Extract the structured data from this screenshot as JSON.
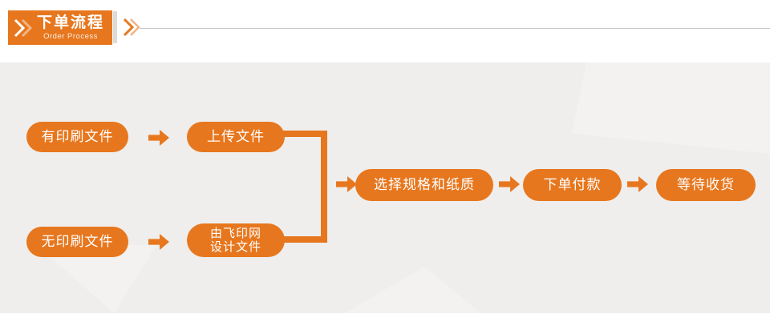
{
  "header": {
    "title": "下单流程",
    "subtitle": "Order Process"
  },
  "flow": {
    "branch_top": {
      "step1": "有印刷文件",
      "step2": "上传文件"
    },
    "branch_bottom": {
      "step1": "无印刷文件",
      "step2_line1": "由飞印网",
      "step2_line2": "设计文件"
    },
    "merged": {
      "step3": "选择规格和纸质",
      "step4": "下单付款",
      "step5": "等待收货"
    }
  },
  "icons": {
    "header_chevron": "double-chevron-right",
    "inline_chevron": "double-chevron-right",
    "step_arrow": "right-block-arrow"
  },
  "colors": {
    "accent": "#e7771e",
    "accent_faded": "#f2b183",
    "panel_bg": "#efeeec",
    "divider_bar": "#dbdbd9",
    "rule_line": "#c8c8c8"
  }
}
